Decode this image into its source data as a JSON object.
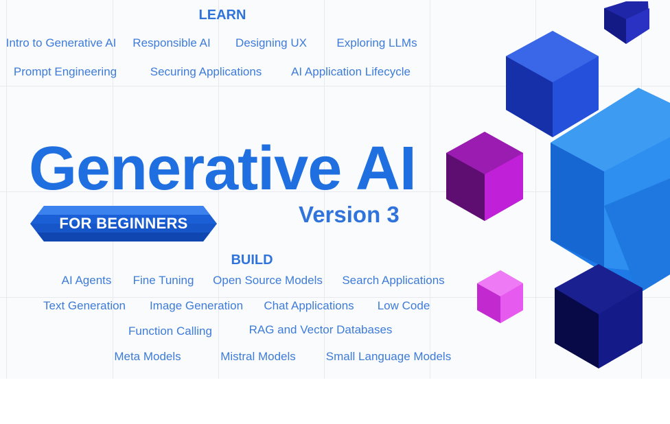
{
  "learn": {
    "heading": "LEARN",
    "topics": [
      "Intro to Generative AI",
      "Responsible AI",
      "Designing UX",
      "Exploring LLMs",
      "Prompt Engineering",
      "Securing Applications",
      "AI Application Lifecycle"
    ]
  },
  "title": {
    "main": "Generative AI",
    "badge": "FOR BEGINNERS",
    "version": "Version 3"
  },
  "build": {
    "heading": "BUILD",
    "topics": [
      "AI Agents",
      "Fine Tuning",
      "Open Source Models",
      "Search Applications",
      "Text Generation",
      "Image Generation",
      "Chat Applications",
      "Low Code",
      "Function Calling",
      "RAG and Vector Databases",
      "Meta Models",
      "Mistral Models",
      "Small Language Models"
    ]
  },
  "colors": {
    "title_blue": "#1f6fe0",
    "text_blue": "#3d7bd9",
    "badge_blue": "#1a5fd6",
    "cube_purple": "#8a1a9e",
    "cube_magenta": "#e040e8",
    "cube_navy": "#0a1070"
  }
}
